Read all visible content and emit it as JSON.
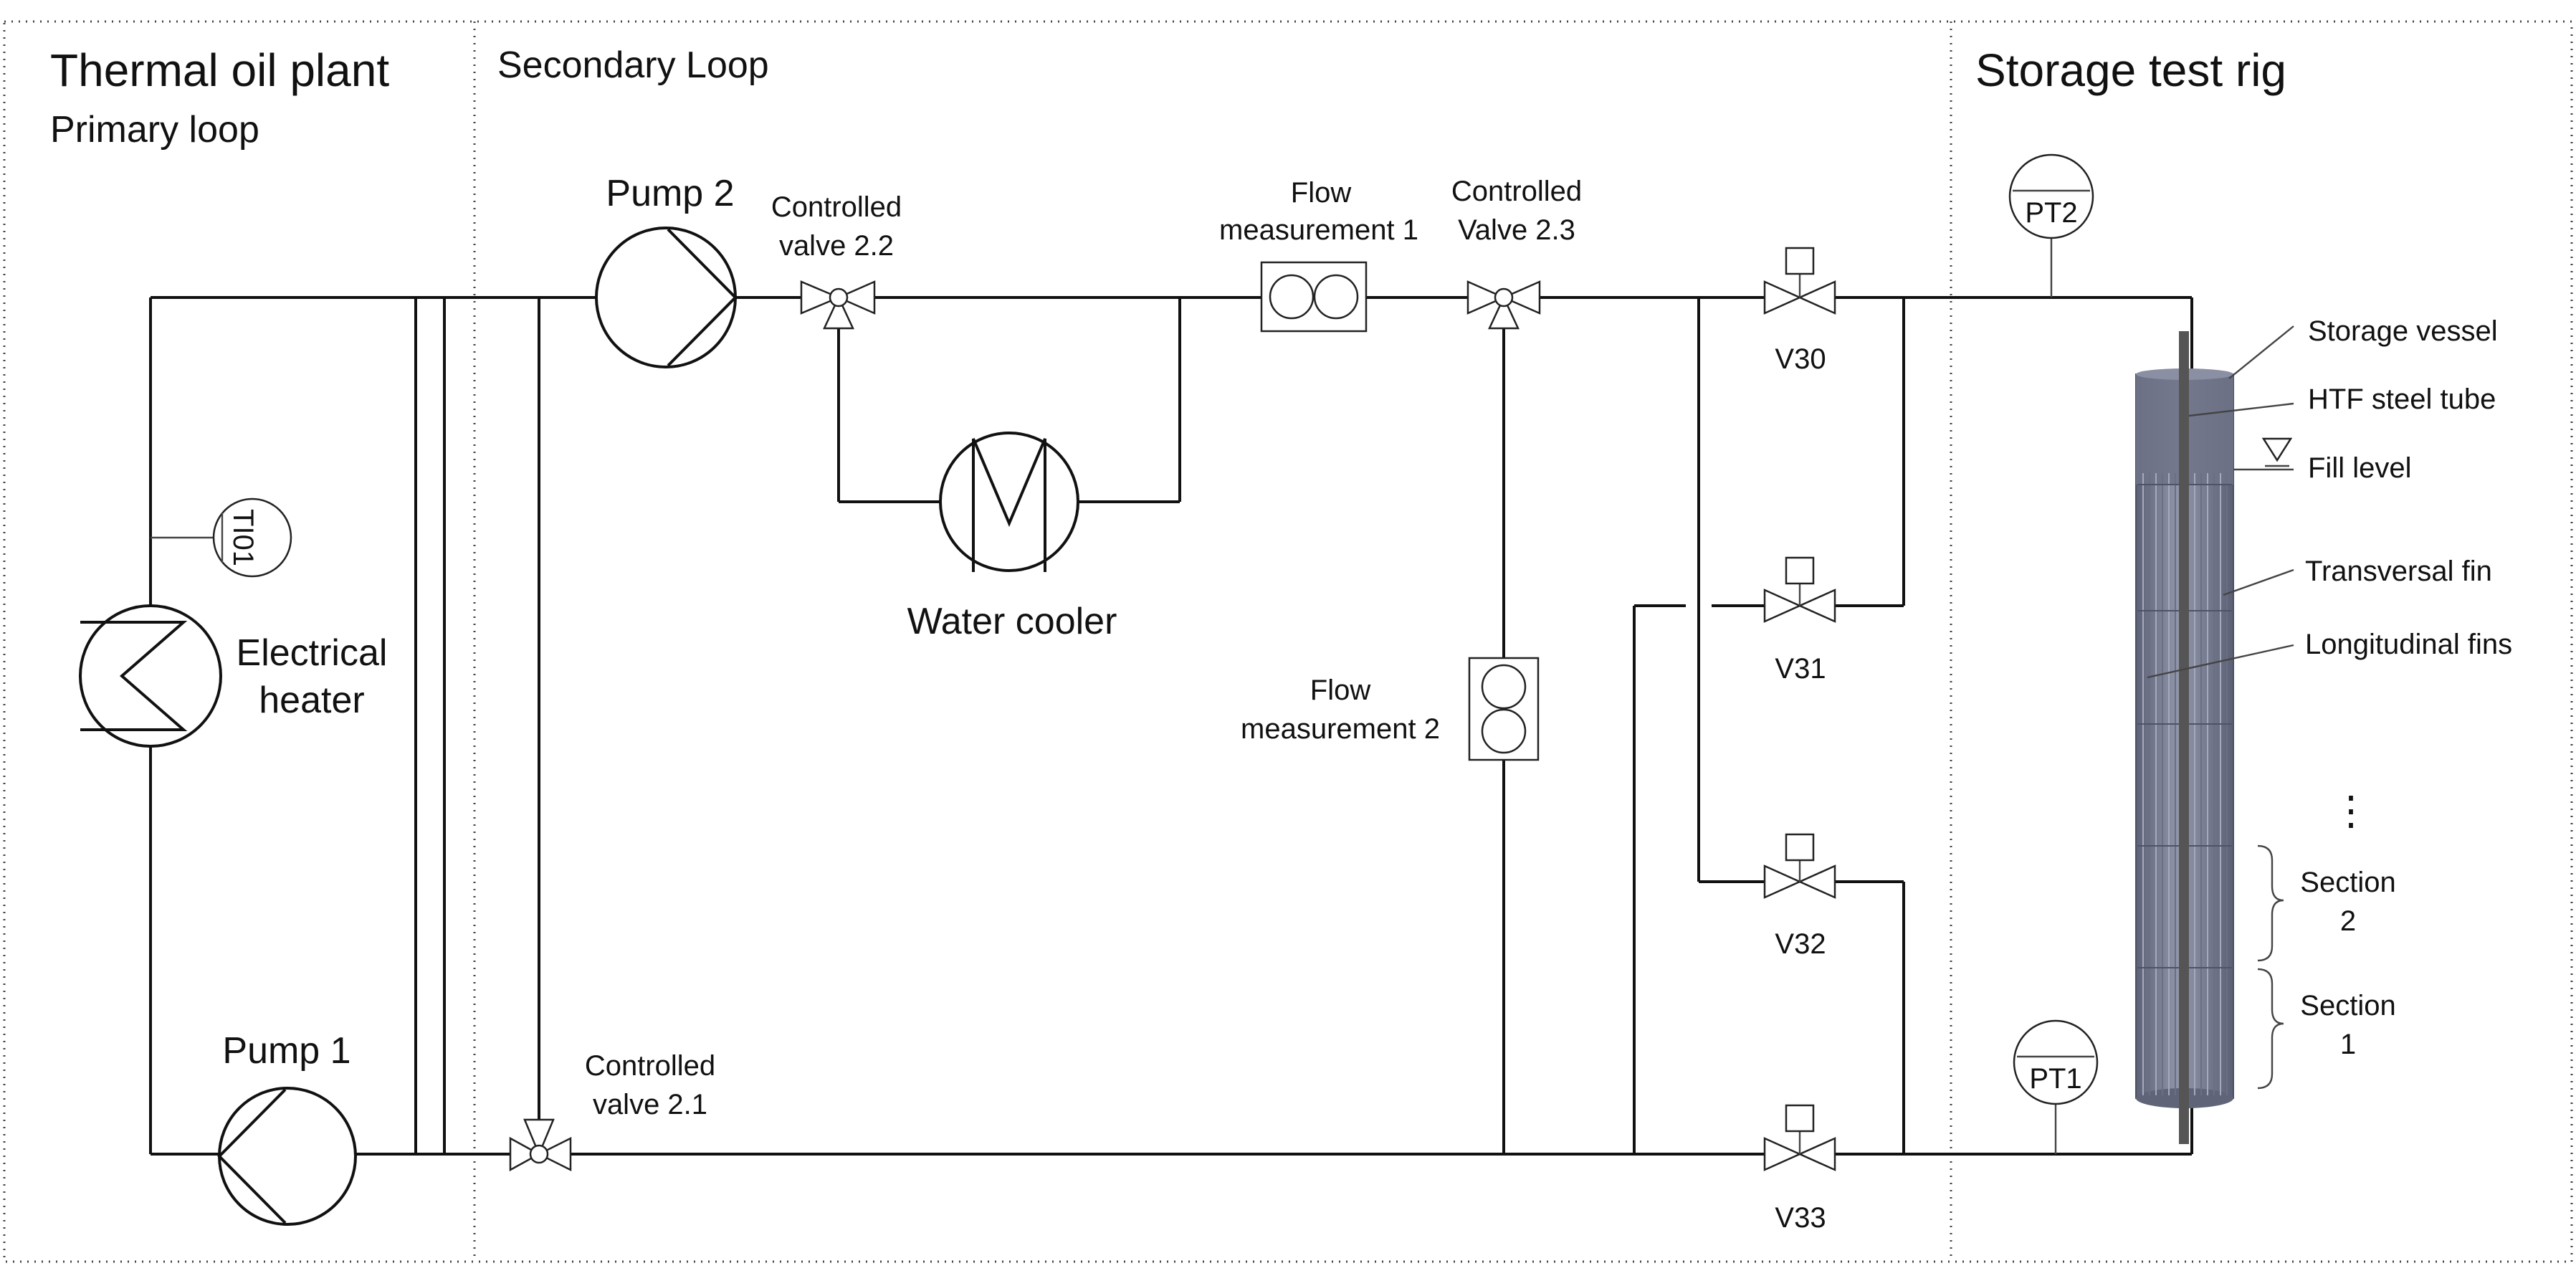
{
  "sections": {
    "thermal_oil_plant": "Thermal oil plant",
    "primary_loop": "Primary loop",
    "secondary_loop": "Secondary Loop",
    "storage_test_rig": "Storage test rig"
  },
  "components": {
    "pump1": "Pump 1",
    "pump2": "Pump 2",
    "electrical_heater_line1": "Electrical",
    "electrical_heater_line2": "heater",
    "tio1": "TI01",
    "water_cooler": "Water cooler",
    "cv22_line1": "Controlled",
    "cv22_line2": "valve 2.2",
    "cv23_line1": "Controlled",
    "cv23_line2": "Valve 2.3",
    "cv21_line1": "Controlled",
    "cv21_line2": "valve 2.1",
    "fm1_line1": "Flow",
    "fm1_line2": "measurement 1",
    "fm2_line1": "Flow",
    "fm2_line2": "measurement 2",
    "v30": "V30",
    "v31": "V31",
    "v32": "V32",
    "v33": "V33",
    "pt1": "PT1",
    "pt2": "PT2"
  },
  "storage_labels": {
    "storage_vessel": "Storage vessel",
    "htf_tube": "HTF steel tube",
    "fill_level": "Fill level",
    "transversal_fin": "Transversal fin",
    "longitudinal_fins": "Longitudinal fins",
    "ellipsis": "⋮",
    "section2_line1": "Section",
    "section2_line2": "2",
    "section1_line1": "Section",
    "section1_line2": "1"
  },
  "colors": {
    "vessel": "#7a7f93",
    "tube": "#555555",
    "line": "#111111"
  }
}
